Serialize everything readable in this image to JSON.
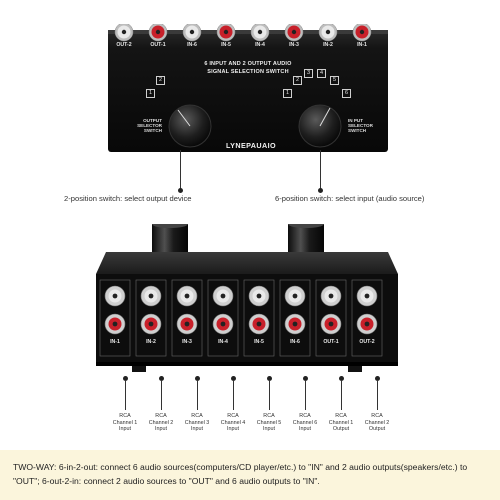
{
  "top_device": {
    "ports": [
      "OUT-2",
      "OUT-1",
      "IN-6",
      "IN-5",
      "IN-4",
      "IN-3",
      "IN-2",
      "IN-1"
    ],
    "title_line1": "6 INPUT AND 2 OUTPUT AUDIO",
    "title_line2": "SIGNAL SELECTION SWITCH",
    "left_knob_label": [
      "OUTPUT",
      "SELECTOR",
      "SWITCH"
    ],
    "right_knob_label": [
      "IN PUT",
      "SELECTOR",
      "SWITCH"
    ],
    "left_positions": [
      "1",
      "2"
    ],
    "right_positions": [
      "1",
      "2",
      "3",
      "4",
      "5",
      "6"
    ],
    "brand": "LYNEPAUAIO"
  },
  "callouts": {
    "output": "2-position switch: select output device",
    "input": "6-position switch: select input (audio source)"
  },
  "bottom_device": {
    "ports": [
      "IN-1",
      "IN-2",
      "IN-3",
      "IN-4",
      "IN-5",
      "IN-6",
      "OUT-1",
      "OUT-2"
    ]
  },
  "rca_labels": [
    [
      "RCA",
      "Channel 1",
      "Input"
    ],
    [
      "RCA",
      "Channel 2",
      "Input"
    ],
    [
      "RCA",
      "Channel 3",
      "Input"
    ],
    [
      "RCA",
      "Channel 4",
      "Input"
    ],
    [
      "RCA",
      "Channel 5",
      "Input"
    ],
    [
      "RCA",
      "Channel 6",
      "Input"
    ],
    [
      "RCA",
      "Channel 1",
      "Output"
    ],
    [
      "RCA",
      "Channel 2",
      "Output"
    ]
  ],
  "info": {
    "text": "TWO-WAY: 6-in-2-out: connect 6 audio sources(computers/CD player/etc.) to \"IN\" and 2 audio outputs(speakers/etc.) to \"OUT\"; 6-out-2-in: connect 2 audio sources to \"OUT\" and 6 audio outputs to \"IN\"."
  },
  "colors": {
    "device_body": "#111111",
    "port_red": "#c8202a",
    "port_white": "#e9e9e9",
    "band": "#fbf5dc"
  }
}
